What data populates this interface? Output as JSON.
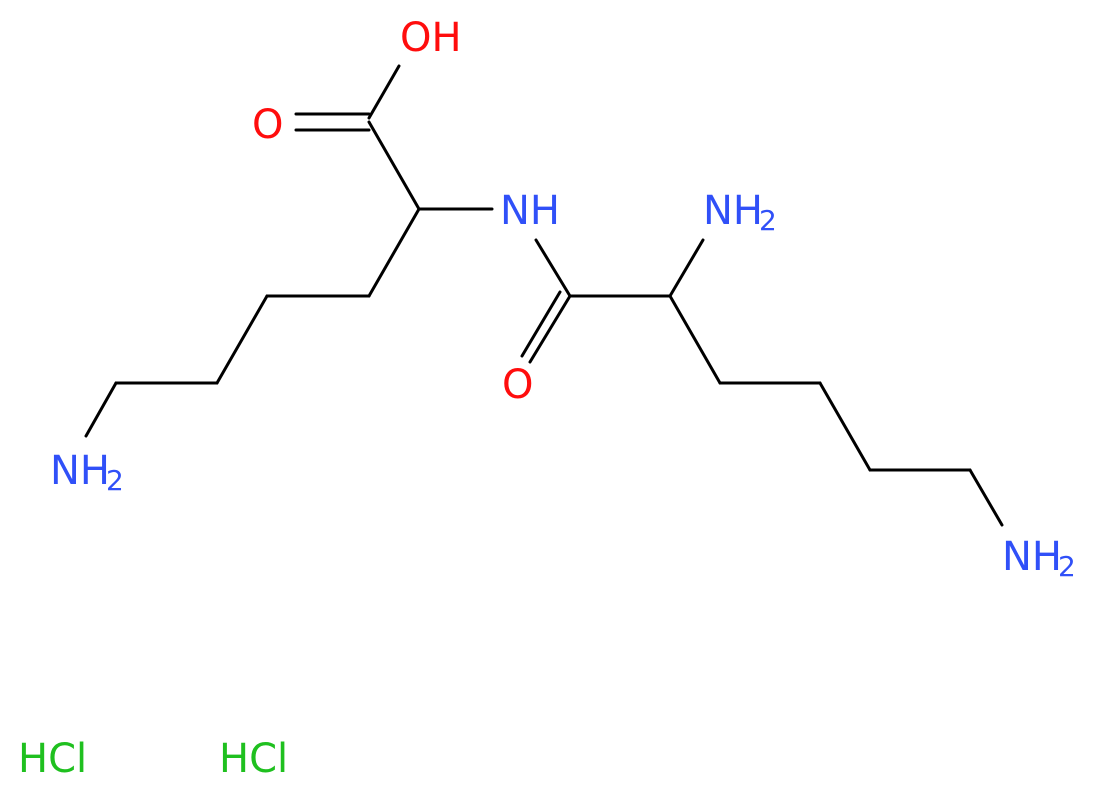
{
  "colors": {
    "bond": "#000000",
    "oxygen": "#ff0d0d",
    "nitrogen": "#3050f8",
    "chlorine": "#1fc01f"
  },
  "labels": {
    "oh": "OH",
    "carbonyl_o_acid": "O",
    "nh": "NH",
    "nh2_alpha": "NH",
    "nh2_alpha_sub": "2",
    "carbonyl_o_amide": "O",
    "nh2_left": "NH",
    "nh2_left_sub": "2",
    "nh2_right": "NH",
    "nh2_right_sub": "2",
    "hcl_1": "HCl",
    "hcl_2": "HCl"
  }
}
